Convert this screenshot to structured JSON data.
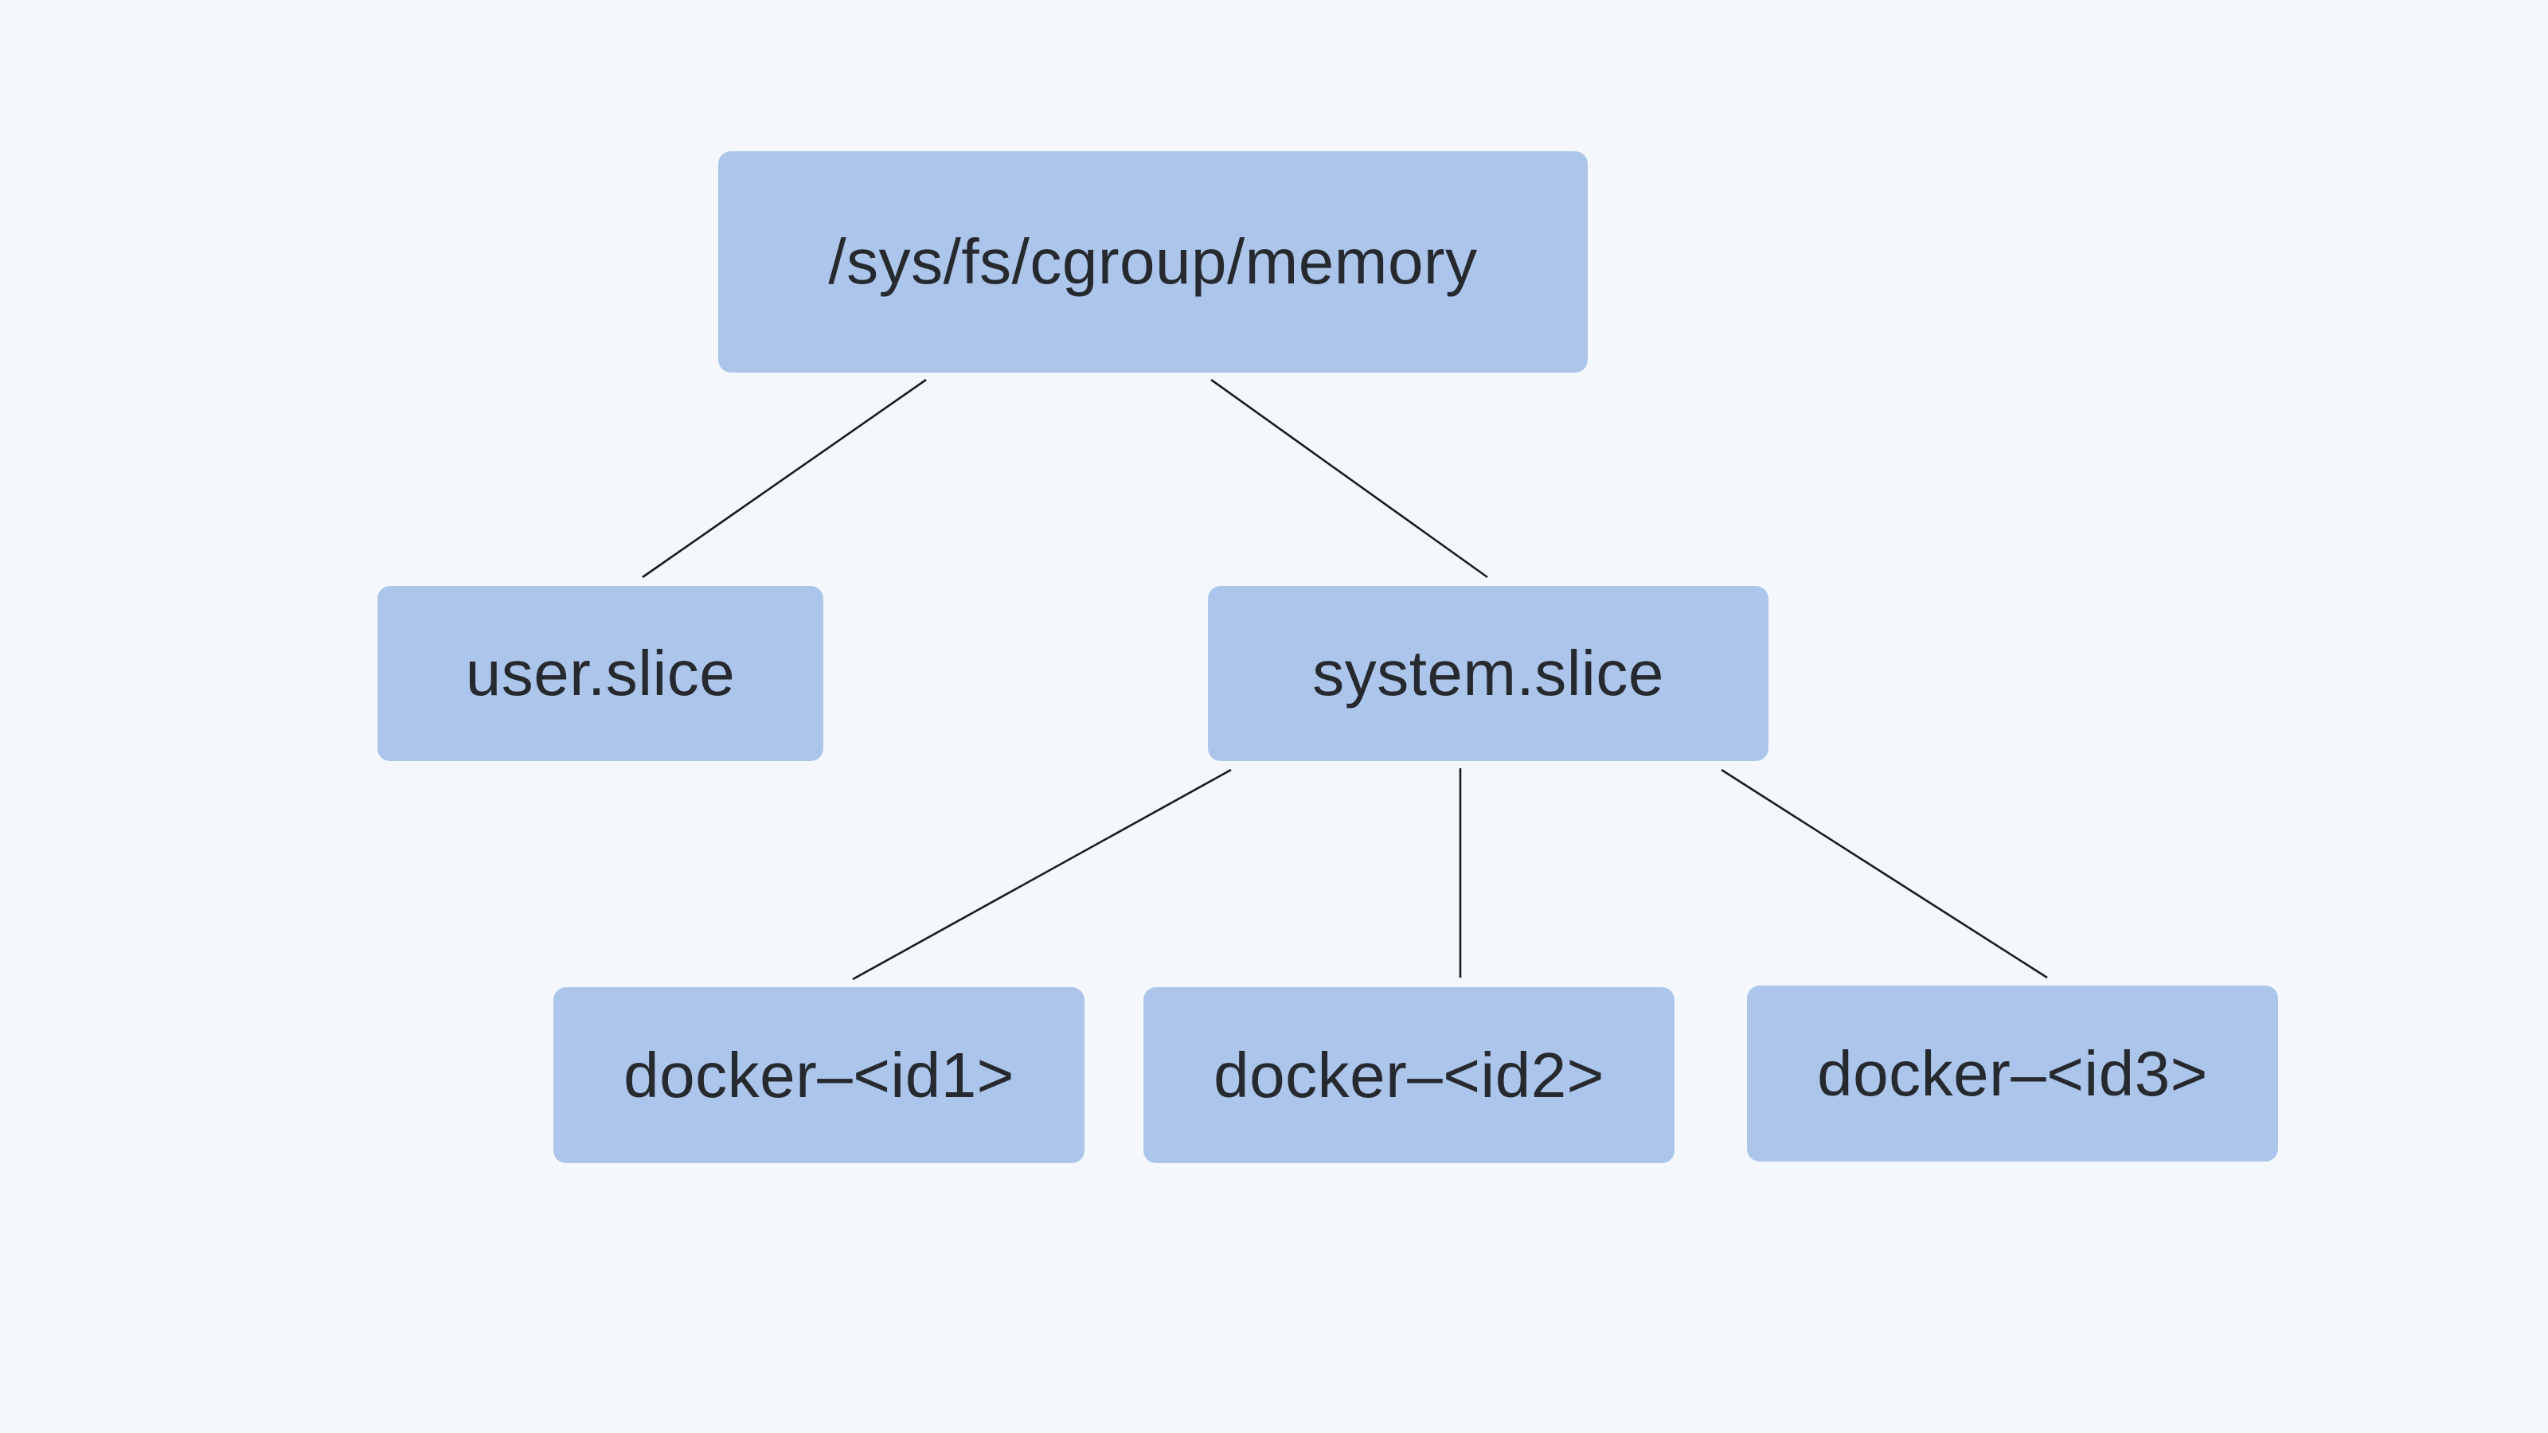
{
  "diagram": {
    "type": "tree",
    "nodes": [
      {
        "id": "root",
        "label": "/sys/fs/cgroup/memory"
      },
      {
        "id": "user",
        "label": "user.slice"
      },
      {
        "id": "system",
        "label": "system.slice"
      },
      {
        "id": "d1",
        "label": "docker–<id1>"
      },
      {
        "id": "d2",
        "label": "docker–<id2>"
      },
      {
        "id": "d3",
        "label": "docker–<id3>"
      }
    ],
    "edges": [
      {
        "from": "root",
        "to": "user"
      },
      {
        "from": "root",
        "to": "system"
      },
      {
        "from": "system",
        "to": "d1"
      },
      {
        "from": "system",
        "to": "d2"
      },
      {
        "from": "system",
        "to": "d3"
      }
    ]
  },
  "colors": {
    "background": "#f4f8fc",
    "node_fill": "#abc5eb",
    "node_text": "#26292e",
    "edge": "#1a1a1a"
  }
}
